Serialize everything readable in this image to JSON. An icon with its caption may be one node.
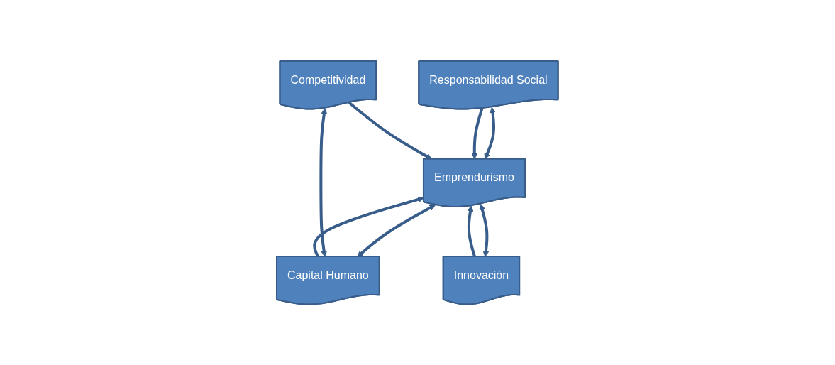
{
  "diagram": {
    "nodes": [
      {
        "text": [
          "Emprendurismo"
        ]
      },
      {
        "text": [
          "Responsabilidad Social"
        ]
      },
      {
        "text": [
          "Capital Humano"
        ]
      },
      {
        "text": [
          "Innovación"
        ]
      },
      {
        "text": [
          "Competitividad"
        ]
      }
    ],
    "edges": [
      {
        "from": 1,
        "to": 0,
        "arrow": "both"
      },
      {
        "from": 1,
        "to": 0,
        "arrow": "to"
      },
      {
        "from": 0,
        "to": 2,
        "arrow": "both"
      },
      {
        "from": 2,
        "to": 0,
        "arrow": "to"
      },
      {
        "from": 3,
        "to": 0,
        "arrow": "to"
      },
      {
        "from": 0,
        "to": 3,
        "arrow": "both"
      },
      {
        "from": 4,
        "to": 0,
        "arrow": "to"
      },
      {
        "from": 4,
        "to": 2,
        "arrow": "both"
      }
    ]
  }
}
